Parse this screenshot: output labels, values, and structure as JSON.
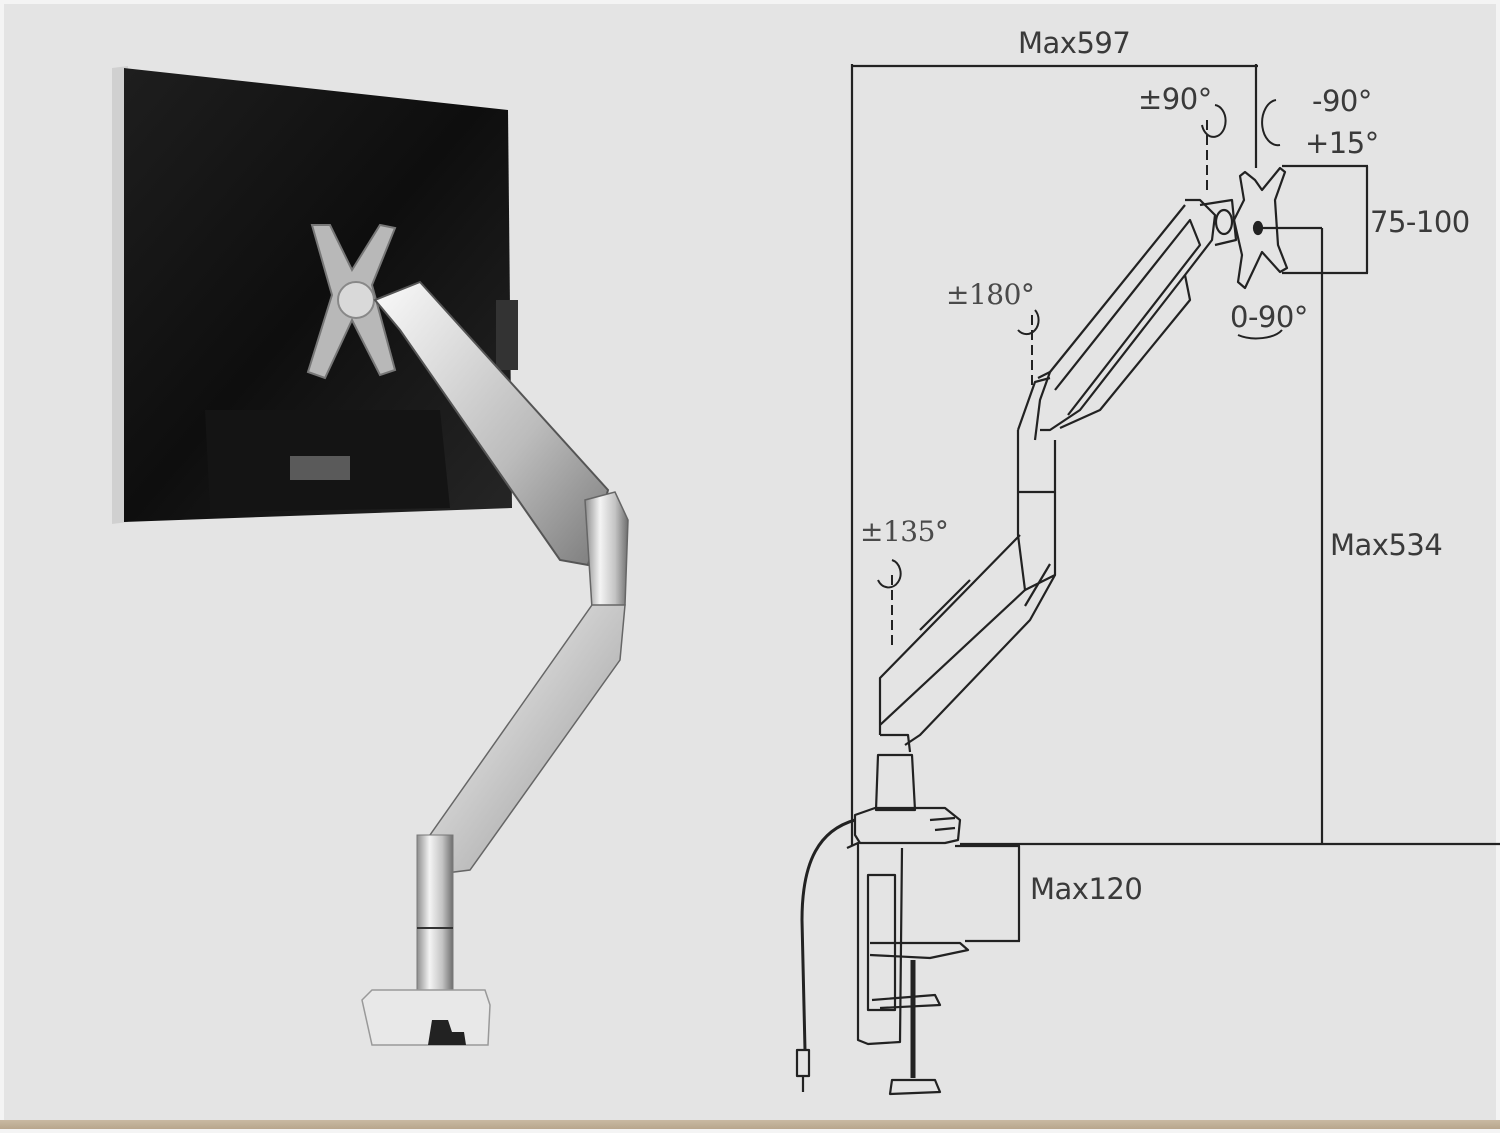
{
  "product_image": {
    "subject": "Monitor arm mounted to back of monitor (photo)",
    "colors": {
      "background": "#e4e4e4",
      "monitor_back": "#141414",
      "arm_silver": "#c8c8c8",
      "accent_stripe": "#bfae96"
    }
  },
  "dimension_drawing": {
    "labels": {
      "max_reach": "Max597",
      "max_height": "Max534",
      "clamp_thickness": "Max120",
      "vesa_size": "75-100",
      "head_swivel": "±90°",
      "tilt_minus": "-90°",
      "tilt_plus": "+15°",
      "rotation": "0-90°",
      "middle_joint": "±180°",
      "base_joint": "±135°"
    },
    "line_color": "#222222"
  }
}
